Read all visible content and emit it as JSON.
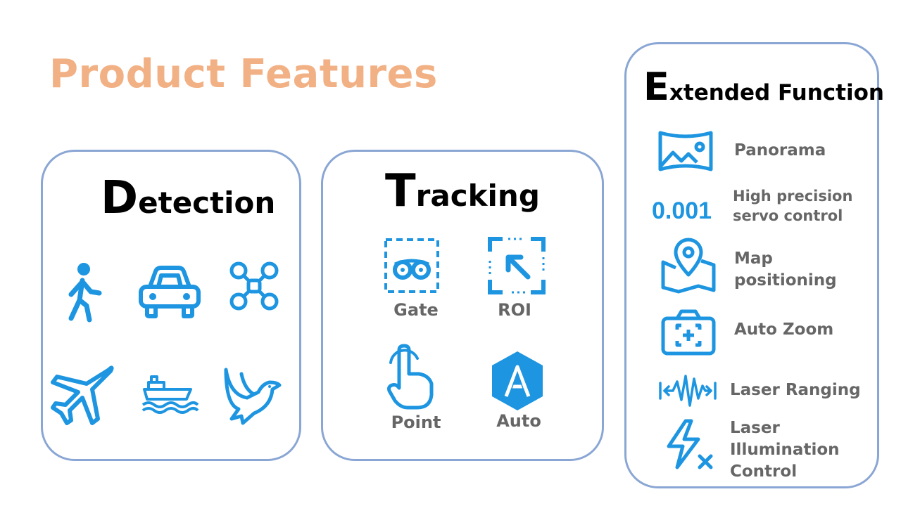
{
  "page_title": "Product Features",
  "colors": {
    "accent_blue": "#1d95e0",
    "title_orange": "#f2b184",
    "panel_border": "#8aa6d4",
    "label_gray": "#666666"
  },
  "detection": {
    "title_first": "D",
    "title_rest": "etection",
    "icons": [
      "pedestrian-icon",
      "car-icon",
      "drone-icon",
      "airplane-icon",
      "ship-icon",
      "bird-icon"
    ]
  },
  "tracking": {
    "title_first": "T",
    "title_rest": "racking",
    "items": [
      {
        "label": "Gate",
        "icon": "gate-icon"
      },
      {
        "label": "ROI",
        "icon": "roi-icon"
      },
      {
        "label": "Point",
        "icon": "finger-point-icon"
      },
      {
        "label": "Auto",
        "icon": "auto-hexagon-icon"
      }
    ]
  },
  "extended": {
    "title_first": "E",
    "title_rest": "xtended Function",
    "items": [
      {
        "label": "Panorama",
        "icon": "panorama-icon"
      },
      {
        "label": "High precision\nservo control",
        "icon_text": "0.001",
        "icon": "precision-icon"
      },
      {
        "label": "Map\npositioning",
        "icon": "map-pin-icon"
      },
      {
        "label": "Auto Zoom",
        "icon": "camera-zoom-icon"
      },
      {
        "label": "Laser Ranging",
        "icon": "laser-wave-icon"
      },
      {
        "label": "Laser\nIllumination\nControl",
        "icon": "lightning-off-icon"
      }
    ]
  }
}
